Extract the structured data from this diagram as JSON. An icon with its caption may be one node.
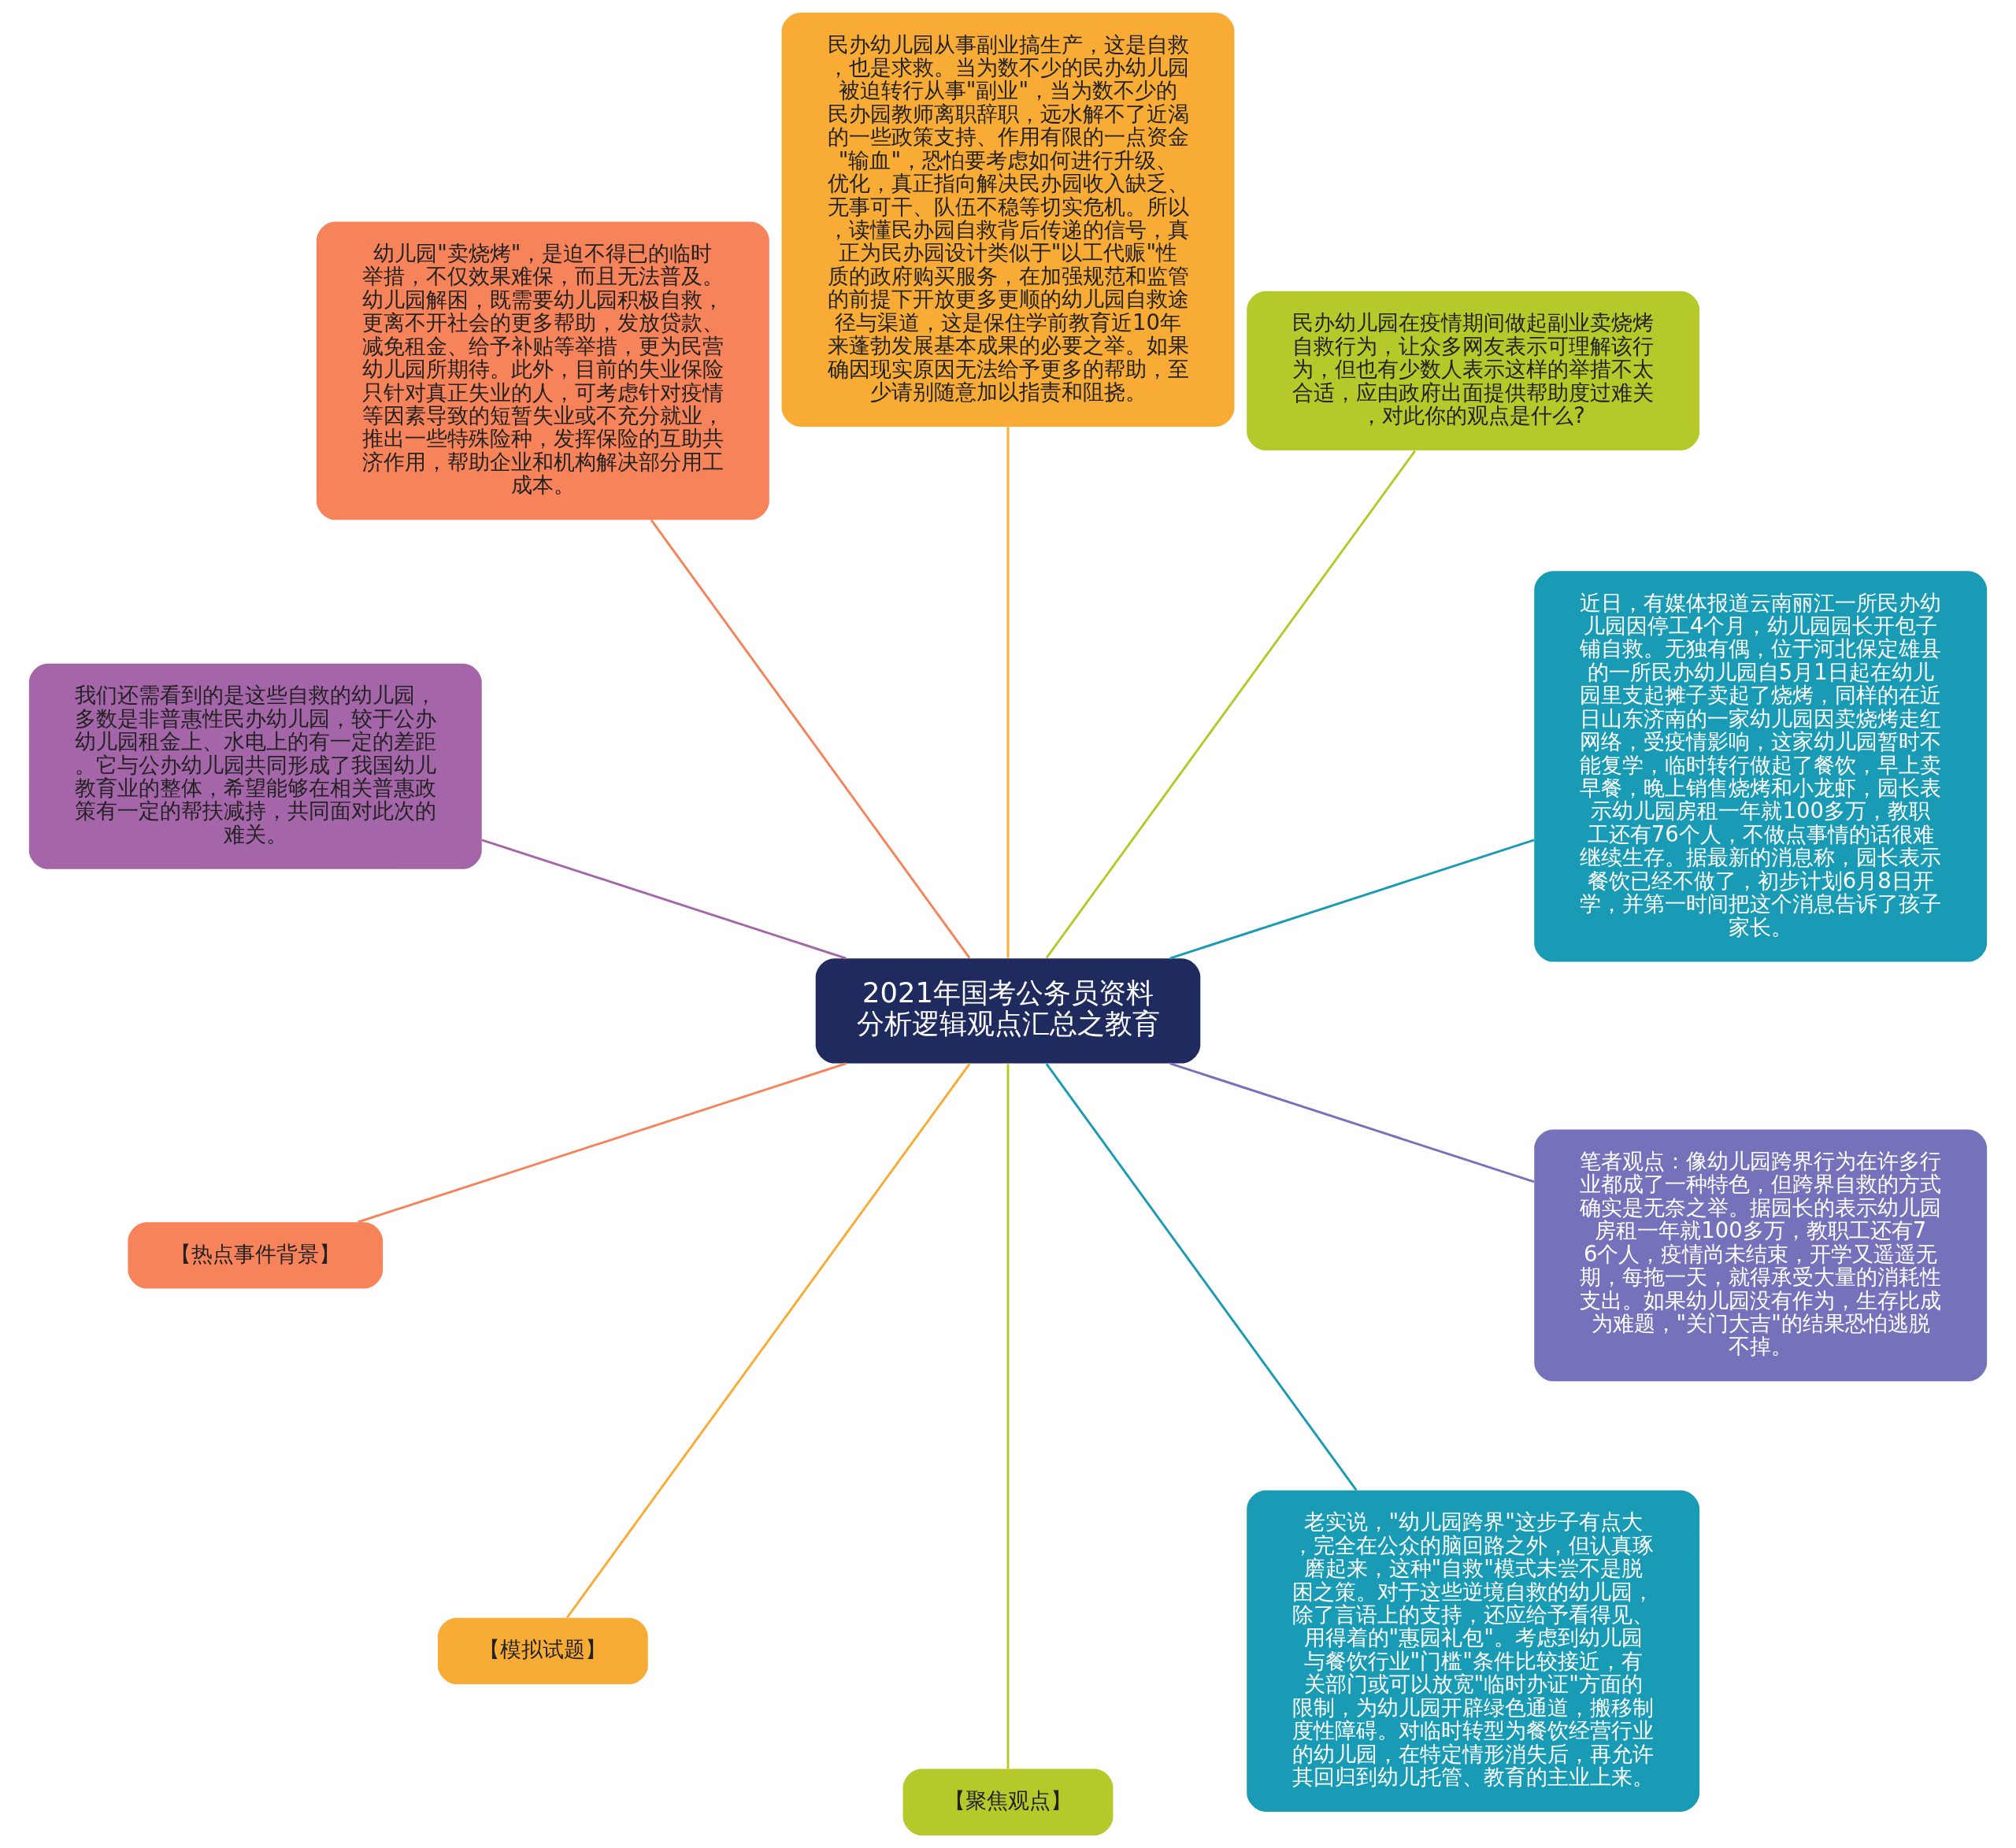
{
  "diagram": {
    "nodes": [
      {
        "text": [
          "2021年国考公务员资料分析逻辑观点汇总之教育"
        ]
      },
      {
        "text": [
          "近日，有媒体报道云南丽江一所民办幼儿园因停工4个月，幼儿园园长开包子铺自救。无独有偶，位于河北保定雄县的一所民办幼儿园自5月1日起在幼儿园里支起摊子卖起了烧烤，同样的在近日山东济南的一家幼儿园因卖烧烤走红网络，受疫情影响，这家幼儿园暂时不能复学，临时转行做起了餐饮，早上卖早餐，晚上销售烧烤和小龙虾，园长表示幼儿园房租一年就100多万，教职工还有76个人，不做点事情的话很难继续生存。据最新的消息称，园长表示餐饮已经不做了，初步计划6月8日开学，并第一时间把这个消息告诉了孩子家长。"
        ]
      },
      {
        "text": [
          "民办幼儿园在疫情期间做起副业卖烧烤自救行为，让众多网友表示可理解该行为，但也有少数人表示这样的举措不太合适，应由政府出面提供帮助度过难关，对此你的观点是什么?"
        ]
      },
      {
        "text": [
          "民办幼儿园从事副业搞生产，这是自救，也是求救。当为数不少的民办幼儿园被迫转行从事\"副业\"，当为数不少的民办园教师离职辞职，远水解不了近渴的一些政策支持、作用有限的一点资金\"输血\"，恐怕要考虑如何进行升级、优化，真正指向解决民办园收入缺乏、无事可干、队伍不稳等切实危机。所以，读懂民办园自救背后传递的信号，真正为民办园设计类似于\"以工代赈\"性质的政府购买服务，在加强规范和监管的前提下开放更多更顺的幼儿园自救途径与渠道，这是保住学前教育近10年来蓬勃发展基本成果的必要之举。如果确因现实原因无法给予更多的帮助，至少请别随意加以指责和阻挠。"
        ]
      },
      {
        "text": [
          "幼儿园\"卖烧烤\"，是迫不得已的临时举措，不仅效果难保，而且无法普及。幼儿园解困，既需要幼儿园积极自救，更离不开社会的更多帮助，发放贷款、减免租金、给予补贴等举措，更为民营幼儿园所期待。此外，目前的失业保险只针对真正失业的人，可考虑针对疫情等因素导致的短暂失业或不充分就业，推出一些特殊险种，发挥保险的互助共济作用，帮助企业和机构解决部分用工成本。"
        ]
      },
      {
        "text": [
          "我们还需看到的是这些自救的幼儿园，多数是非普惠性民办幼儿园，较于公办幼儿园租金上、水电上的有一定的差距。它与公办幼儿园共同形成了我国幼儿教育业的整体，希望能够在相关普惠政策有一定的帮扶减持，共同面对此次的难关。"
        ]
      },
      {
        "text": [
          "【热点事件背景】"
        ]
      },
      {
        "text": [
          "【模拟试题】"
        ]
      },
      {
        "text": [
          "【聚焦观点】"
        ]
      },
      {
        "text": [
          "老实说，\"幼儿园跨界\"这步子有点大，完全在公众的脑回路之外，但认真琢磨起来，这种\"自救\"模式未尝不是脱困之策。对于这些逆境自救的幼儿园，除了言语上的支持，还应给予看得见、用得着的\"惠园礼包\"。考虑到幼儿园与餐饮行业\"门槛\"条件比较接近，有关部门或可以放宽\"临时办证\"方面的限制，为幼儿园开辟绿色通道，搬移制度性障碍。对临时转型为餐饮经营行业的幼儿园，在特定情形消失后，再允许其回归到幼儿托管、教育的主业上来。"
        ]
      },
      {
        "text": [
          "笔者观点：像幼儿园跨界行为在许多行业都成了一种特色，但跨界自救的方式确实是无奈之举。据园长的表示幼儿园房租一年就100多万，教职工还有76个人，疫情尚未结束，开学又遥遥无期，每拖一天，就得承受大量的消耗性支出。如果幼儿园没有作为，生存比成为难题，\"关门大吉\"的结果恐怕逃脱不掉。"
        ]
      }
    ],
    "edges": [
      {
        "from": 0,
        "to": 1,
        "arrow": "none",
        "color": "#1a9bb5"
      },
      {
        "from": 0,
        "to": 2,
        "arrow": "none",
        "color": "#b5c92a"
      },
      {
        "from": 0,
        "to": 3,
        "arrow": "none",
        "color": "#f8ac35"
      },
      {
        "from": 0,
        "to": 4,
        "arrow": "none",
        "color": "#f6835a"
      },
      {
        "from": 0,
        "to": 5,
        "arrow": "none",
        "color": "#a466a8"
      },
      {
        "from": 0,
        "to": 6,
        "arrow": "none",
        "color": "#f6835a"
      },
      {
        "from": 0,
        "to": 7,
        "arrow": "none",
        "color": "#f8ac35"
      },
      {
        "from": 0,
        "to": 8,
        "arrow": "none",
        "color": "#b5c92a"
      },
      {
        "from": 0,
        "to": 9,
        "arrow": "none",
        "color": "#1a9bb5"
      },
      {
        "from": 0,
        "to": 10,
        "arrow": "none",
        "color": "#7572bb"
      }
    ]
  }
}
